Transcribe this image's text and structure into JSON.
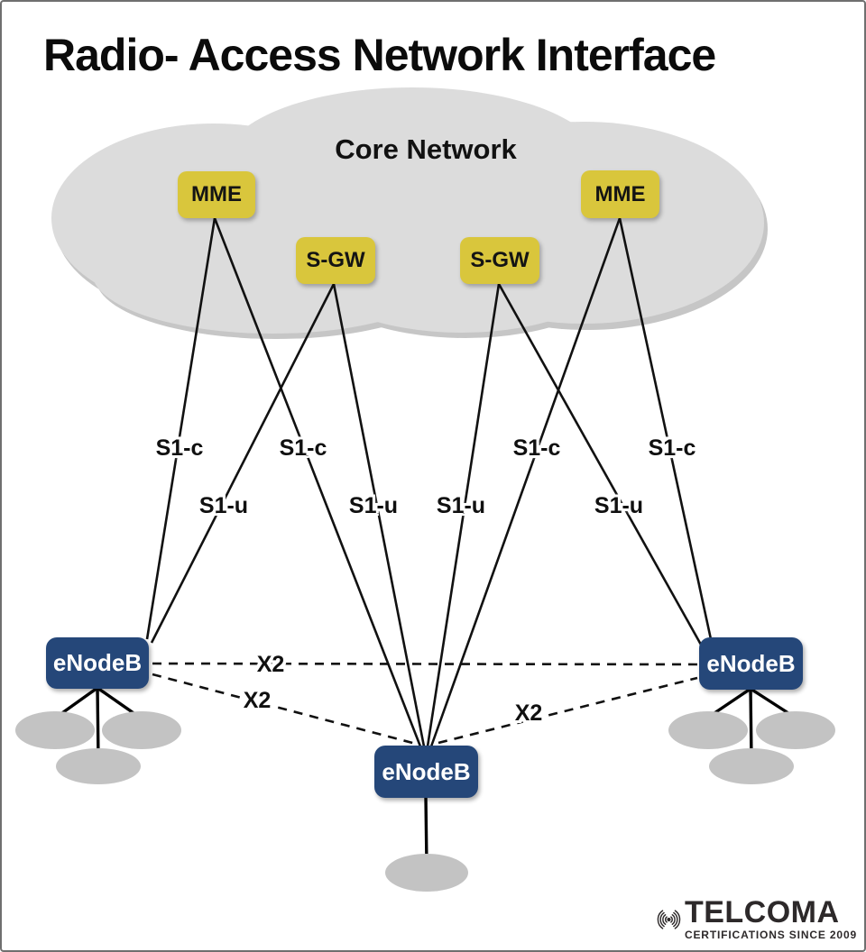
{
  "title": "Radio- Access Network Interface",
  "cloud_label": "Core Network",
  "colors": {
    "core_node_yellow": "#d9c63c",
    "enodeb_blue": "#254779",
    "cloud_gray": "#dcdcdc",
    "cell_gray": "#c3c3c3",
    "line_black": "#111111",
    "logo_charcoal": "#2d292a"
  },
  "core_nodes": [
    {
      "id": "MME-1",
      "label": "MME"
    },
    {
      "id": "S-GW-1",
      "label": "S-GW"
    },
    {
      "id": "S-GW-2",
      "label": "S-GW"
    },
    {
      "id": "MME-2",
      "label": "MME"
    }
  ],
  "enodebs": [
    {
      "id": "eNodeB-1",
      "label": "eNodeB"
    },
    {
      "id": "eNodeB-2",
      "label": "eNodeB"
    },
    {
      "id": "eNodeB-3",
      "label": "eNodeB"
    }
  ],
  "edge_labels": {
    "s1c": [
      "S1-c",
      "S1-c",
      "S1-c",
      "S1-c"
    ],
    "s1u": [
      "S1-u",
      "S1-u",
      "S1-u",
      "S1-u"
    ],
    "x2": [
      "X2",
      "X2",
      "X2"
    ]
  },
  "edges": [
    {
      "from": "MME-1",
      "to": "eNodeB-1",
      "type": "S1-c"
    },
    {
      "from": "MME-1",
      "to": "eNodeB-2",
      "type": "S1-c"
    },
    {
      "from": "S-GW-1",
      "to": "eNodeB-1",
      "type": "S1-u"
    },
    {
      "from": "S-GW-1",
      "to": "eNodeB-2",
      "type": "S1-u"
    },
    {
      "from": "S-GW-2",
      "to": "eNodeB-2",
      "type": "S1-u"
    },
    {
      "from": "S-GW-2",
      "to": "eNodeB-3",
      "type": "S1-u"
    },
    {
      "from": "MME-2",
      "to": "eNodeB-2",
      "type": "S1-c"
    },
    {
      "from": "MME-2",
      "to": "eNodeB-3",
      "type": "S1-c"
    },
    {
      "from": "eNodeB-1",
      "to": "eNodeB-3",
      "type": "X2"
    },
    {
      "from": "eNodeB-1",
      "to": "eNodeB-2",
      "type": "X2"
    },
    {
      "from": "eNodeB-2",
      "to": "eNodeB-3",
      "type": "X2"
    }
  ],
  "logo": {
    "name": "TELCOMA",
    "tagline": "CERTIFICATIONS SINCE 2009"
  }
}
